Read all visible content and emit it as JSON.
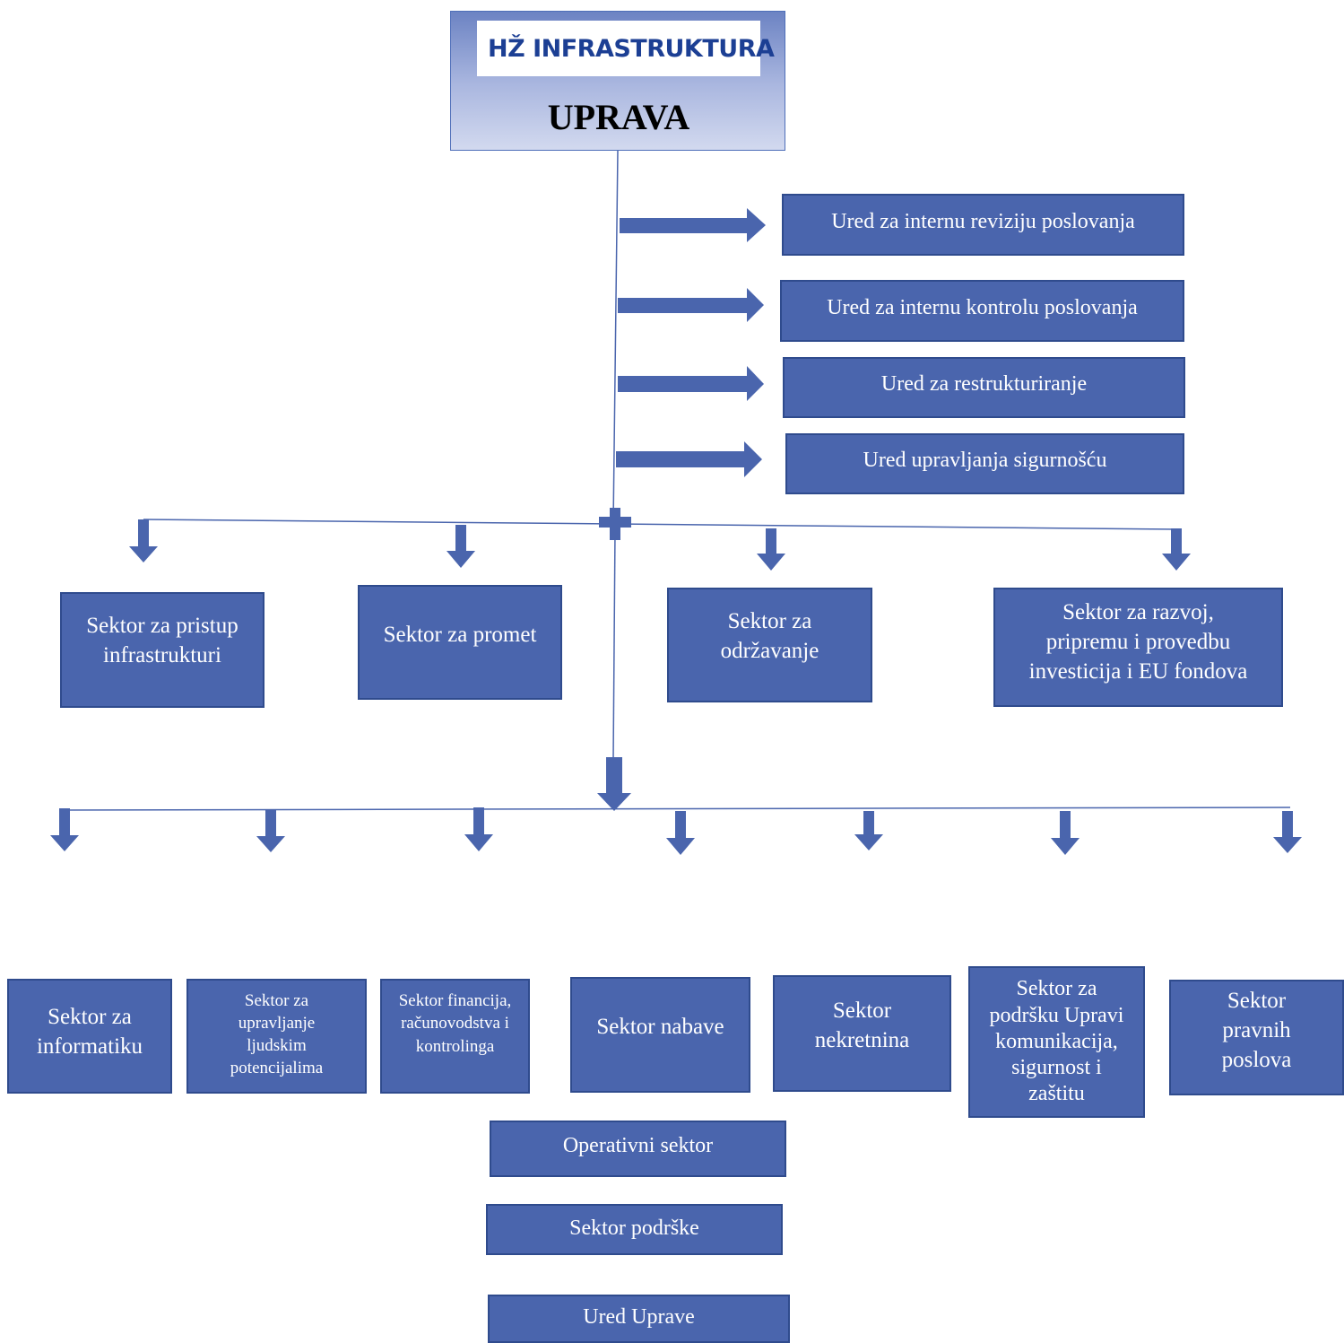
{
  "header": {
    "logo_text": "HŽ INFRASTRUKTURA",
    "title": "UPRAVA"
  },
  "offices": [
    "Ured za internu reviziju poslovanja",
    "Ured za internu kontrolu poslovanja",
    "Ured za restrukturiranje",
    "Ured upravljanja sigurnošću"
  ],
  "sectors_row1": [
    [
      "Sektor za pristup",
      "infrastrukturi"
    ],
    [
      "Sektor za promet"
    ],
    [
      "Sektor za",
      "održavanje"
    ],
    [
      "Sektor za razvoj,",
      "pripremu i provedbu",
      "investicija i EU fondova"
    ]
  ],
  "sectors_row2": [
    [
      "Sektor za",
      "informatiku"
    ],
    [
      "Sektor za",
      "upravljanje",
      "ljudskim",
      "potencijalima"
    ],
    [
      "Sektor financija,",
      "računovodstva i",
      "kontrolinga"
    ],
    [
      "Sektor nabave"
    ],
    [
      "Sektor",
      "nekretnina"
    ],
    [
      "Sektor za",
      "podršku Upravi",
      "komunikacija,",
      "sigurnost i",
      "zaštitu"
    ],
    [
      "Sektor",
      "pravnih",
      "poslova"
    ]
  ],
  "bottom_units": [
    "Operativni sektor",
    "Sektor podrške",
    "Ured Uprave"
  ],
  "colors": {
    "box_fill": "#4a65ad",
    "box_border": "#2f4b8d",
    "connector": "#4a65ad",
    "logo_blue": "#1c3f94"
  }
}
